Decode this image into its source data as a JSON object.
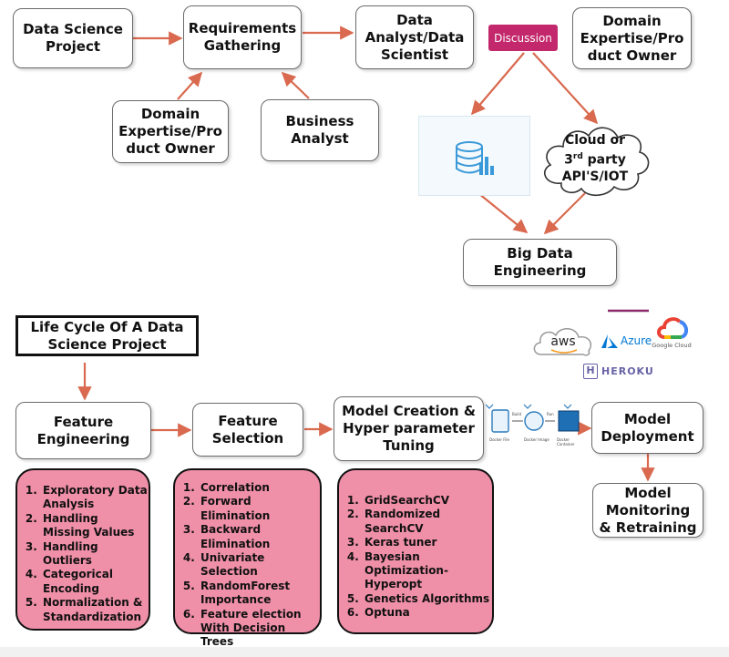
{
  "top": {
    "data_science_project": "Data Science Project",
    "requirements_gathering": "Requirements Gathering",
    "data_analyst": "Data Analyst/Data Scientist",
    "discussion": "Discussion",
    "domain_expertise_top": "Domain Expertise/Pro duct Owner",
    "domain_expertise_left": "Domain Expertise/Pro duct Owner",
    "business_analyst": "Business Analyst",
    "cloud_line1": "Cloud or",
    "cloud_line2_num": "3",
    "cloud_line2_sup": "rd",
    "cloud_line2_rest": " party",
    "cloud_line3": "API'S/IOT",
    "big_data": "Big Data Engineering"
  },
  "lifecycle_title": "Life Cycle Of A Data Science Project",
  "flow": {
    "feature_engineering": "Feature Engineering",
    "feature_selection": "Feature Selection",
    "model_creation": "Model Creation & Hyper parameter Tuning",
    "model_deployment": "Model Deployment",
    "model_monitoring": "Model Monitoring & Retraining"
  },
  "lists": {
    "feature_engineering": [
      "Exploratory Data Analysis",
      "Handling Missing Values",
      "Handling Outliers",
      "Categorical Encoding",
      "Normalization & Standardization"
    ],
    "feature_selection": [
      "Correlation",
      "Forward Elimination",
      "Backward Elimination",
      "Univariate Selection",
      "RandomForest Importance",
      "Feature election With Decision Trees"
    ],
    "model_creation": [
      "GridSearchCV",
      "Randomized SearchCV",
      "Keras tuner",
      "Bayesian Optimization-Hyperopt",
      "Genetics Algorithms",
      "Optuna"
    ]
  },
  "logos": {
    "aws": "aws",
    "azure": "Azure",
    "google_cloud": "Google Cloud",
    "heroku": "HEROKU"
  },
  "docker": {
    "file": "Docker File",
    "build": "Build",
    "image": "Docker Image",
    "run": "Run",
    "container": "Docker Container"
  },
  "colors": {
    "arrow": "#d9694f",
    "pink_fill": "#ef8fa8",
    "discussion": "#c2286b",
    "heroku": "#6762a6",
    "azure": "#0078d4"
  }
}
